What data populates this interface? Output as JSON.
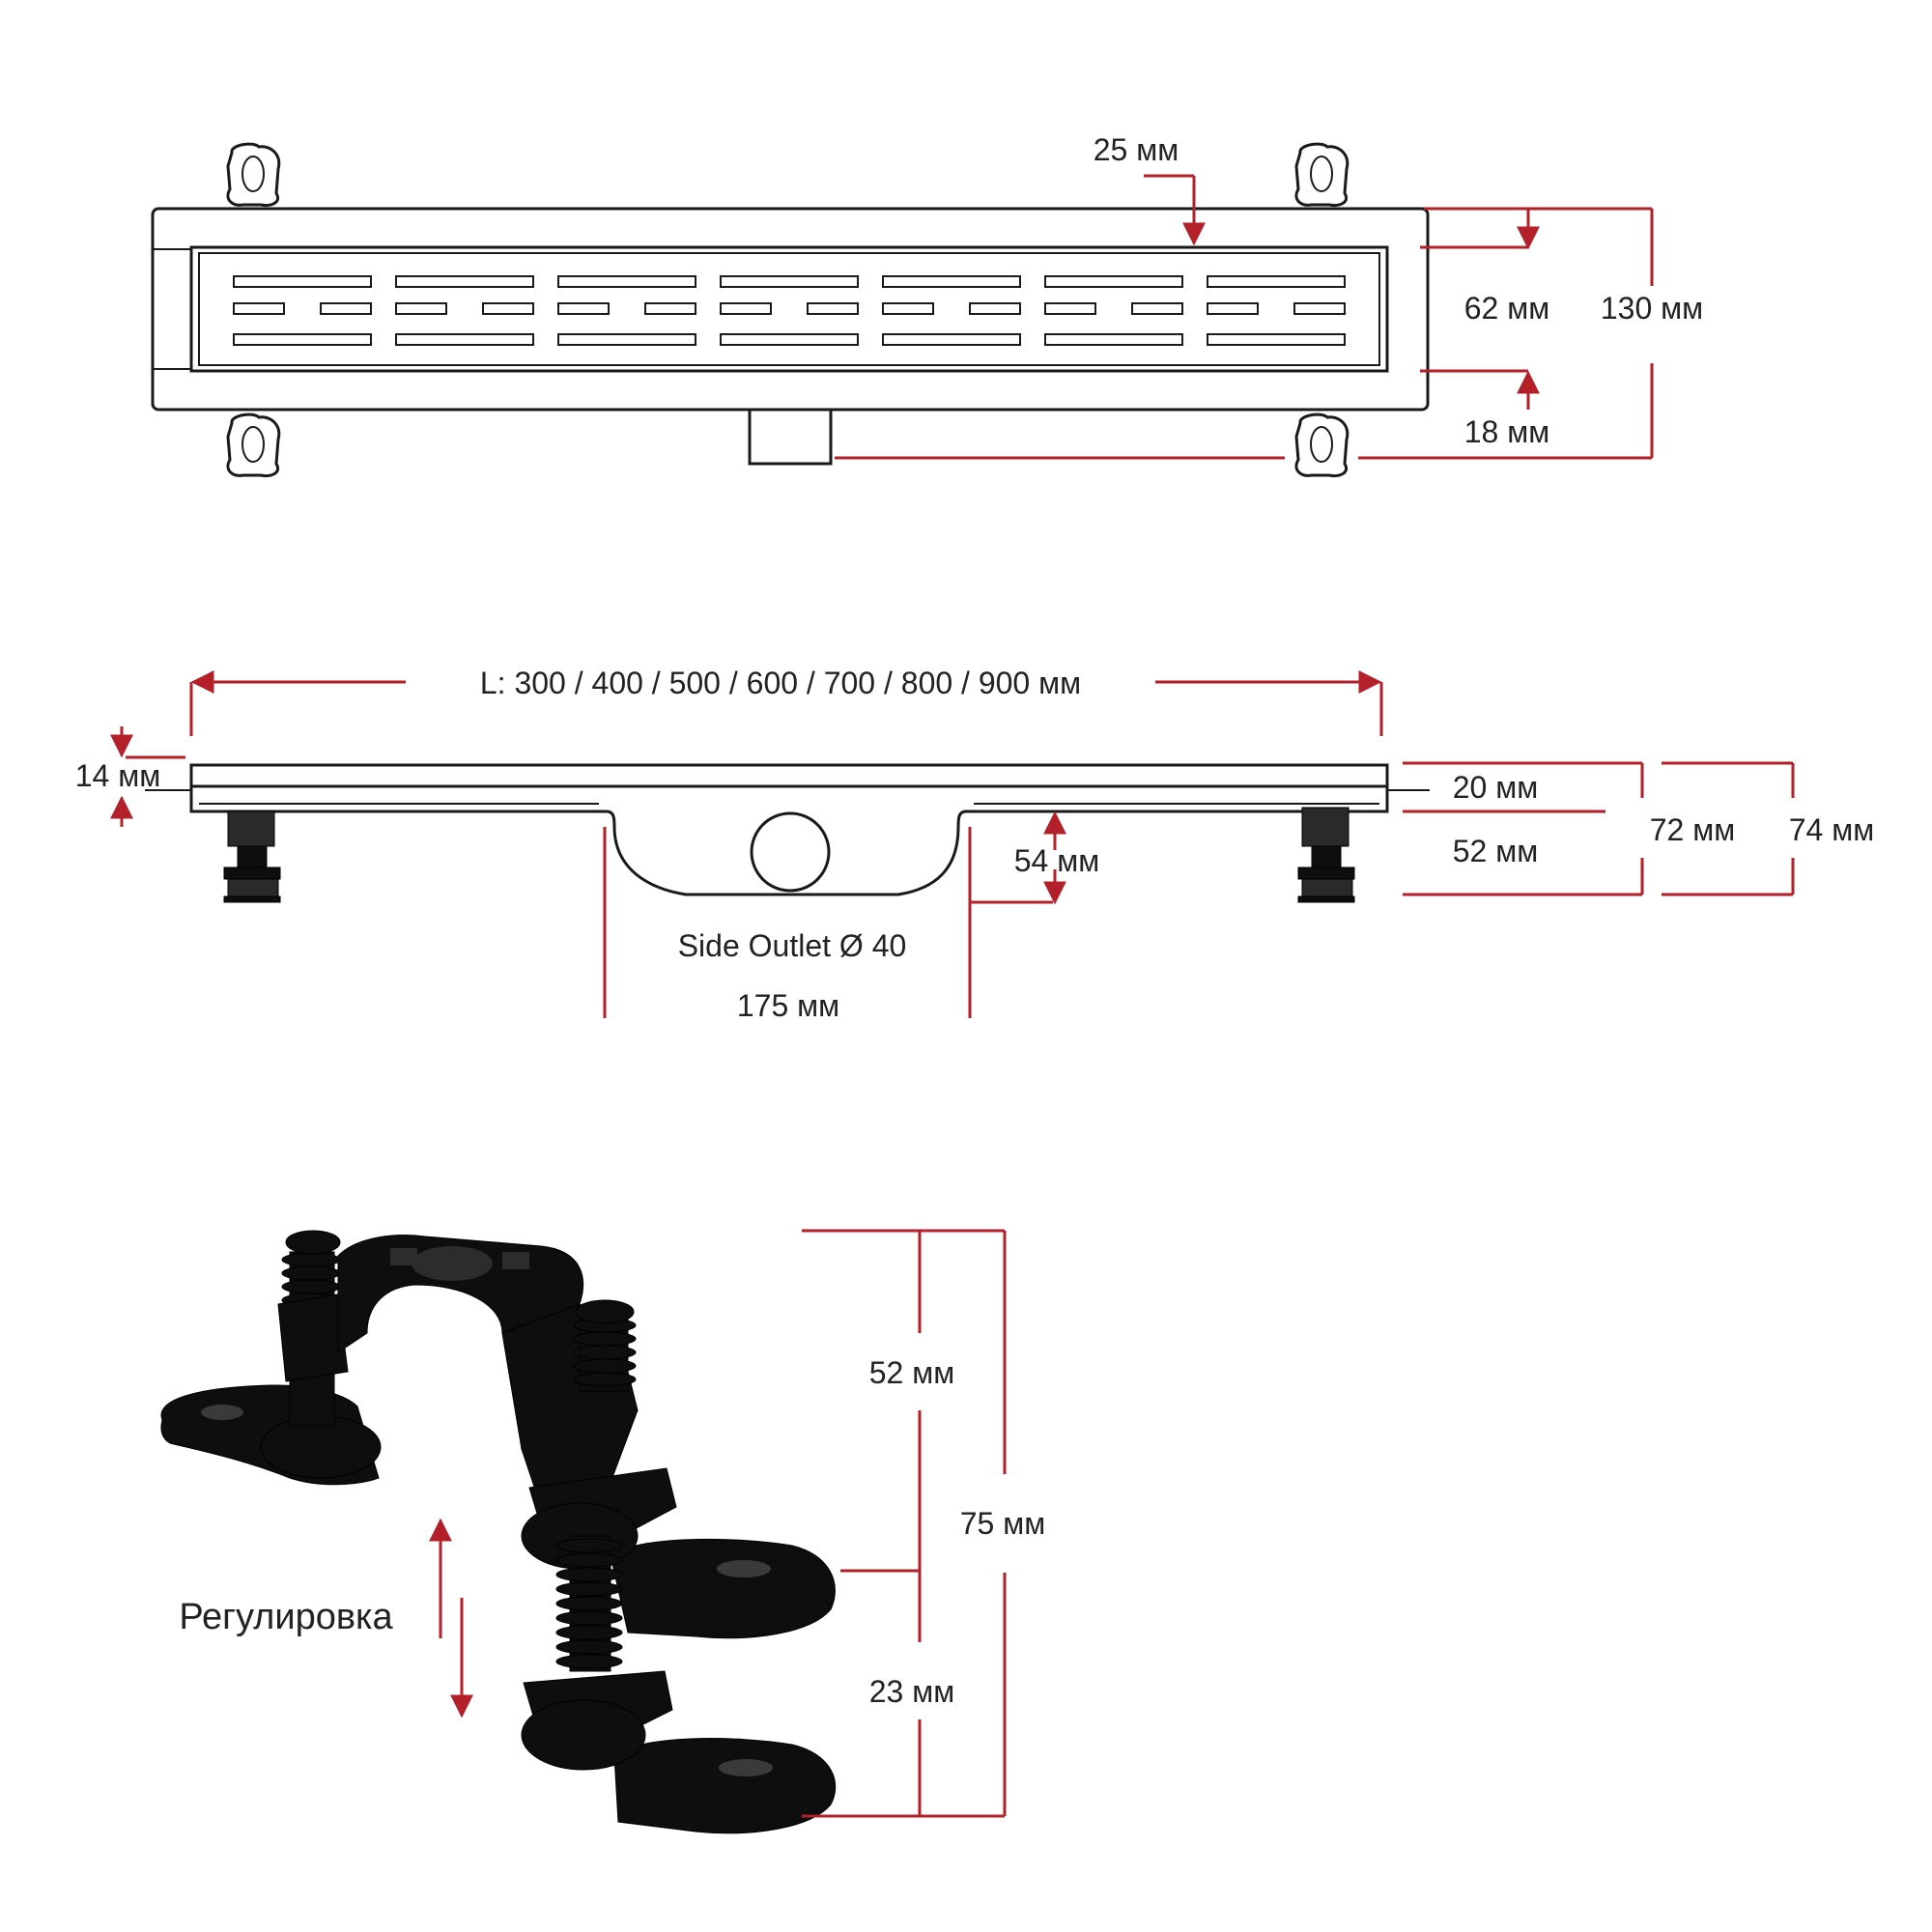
{
  "colors": {
    "accent": "#b3202a",
    "outline": "#1a1a1a",
    "part": "#0e0e0e"
  },
  "top_view": {
    "grate_width": "62 мм",
    "total_width": "130 мм",
    "top_gap": "25 мм",
    "bottom_gap": "18 мм"
  },
  "side_view": {
    "length": "L: 300 / 400 / 500 / 600 / 700 / 800 / 900 мм",
    "grate_thickness": "14 мм",
    "body_height": "20 мм",
    "leg_height": "52 мм",
    "total_72": "72 мм",
    "total_74": "74 мм",
    "outlet_height": "54 мм",
    "outlet_label": "Side Outlet Ø 40",
    "outlet_width": "175 мм"
  },
  "leg_view": {
    "upper": "52 мм",
    "total": "75 мм",
    "lower": "23 мм",
    "adjust_label": "Регулировка"
  }
}
